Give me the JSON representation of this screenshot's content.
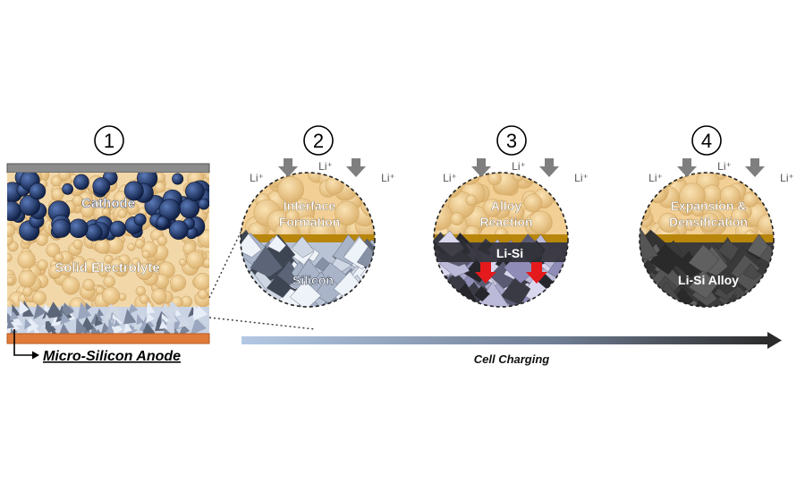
{
  "steps": [
    {
      "number": "1",
      "panel": "cell-stack"
    },
    {
      "number": "2",
      "title_line1": "Interface",
      "title_line2": "Formation",
      "anode_label": "Silicon"
    },
    {
      "number": "3",
      "title_line1": "Alloy",
      "title_line2": "Reaction",
      "anode_label": "Li-Si"
    },
    {
      "number": "4",
      "title_line1": "Expansion &",
      "title_line2": "Densification",
      "anode_label": "Li-Si Alloy"
    }
  ],
  "cell": {
    "cathode_label": "Cathode",
    "electrolyte_label": "Solid Electrolyte",
    "anode_label": "Micro-Silicon Anode"
  },
  "ion_label": "Li⁺",
  "process_label": "Cell Charging",
  "colors": {
    "cathode_particle": "#1d2f5e",
    "electrolyte_particle": "#f1cf95",
    "collector_top": "#8c8c8c",
    "collector_bottom": "#e07b3a",
    "interface_line": "#b8860b",
    "silicon": "#b9c3d6",
    "lisi_alloy": "#3b3b3b",
    "reaction_arrow": "#e41a1c",
    "ion_arrow": "#7f7f7f"
  },
  "icons": {
    "ion_flow": "down-arrow-icon",
    "expansion": "red-down-arrow-icon",
    "progress": "gradient-right-arrow-icon"
  }
}
